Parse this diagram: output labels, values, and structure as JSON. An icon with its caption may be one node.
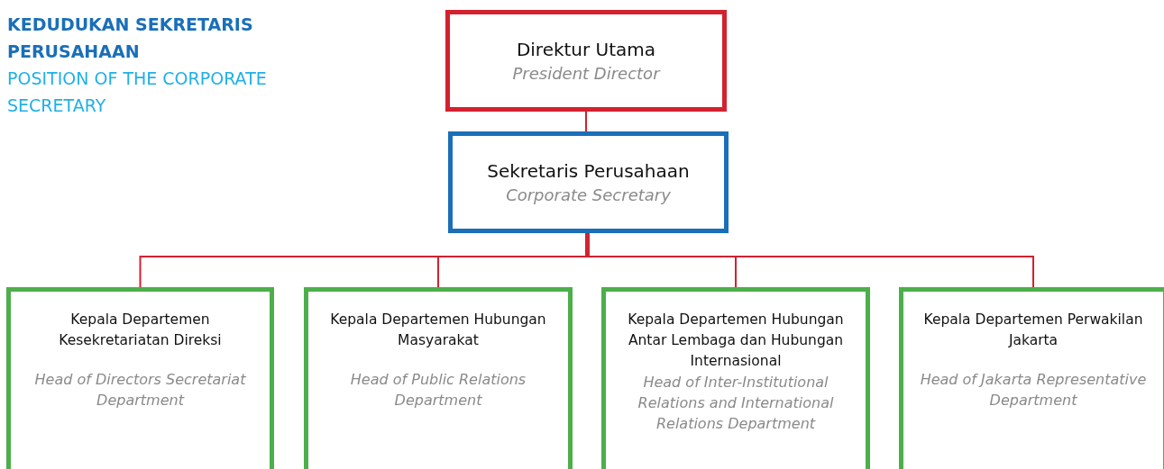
{
  "diagram": {
    "title": "KEDUDUKAN SEKRETARIS PERUSAHAAN",
    "nodes": [
      {
        "text": [
          "Direktur Utama",
          "President Director"
        ]
      },
      {
        "text": [
          "Sekretaris Perusahaan",
          "Corporate Secretary"
        ]
      },
      {
        "text": [
          "Kepala Departemen Kesekretariatan Direksi",
          "Head of Directors Secretariat Department"
        ]
      },
      {
        "text": [
          "Kepala Departemen Hubungan Masyarakat",
          "Head of Public Relations Department"
        ]
      },
      {
        "text": [
          "Kepala Departemen Hubungan Antar Lembaga dan Hubungan Internasional",
          "Head of Inter-Institutional Relations and International Relations Department"
        ]
      },
      {
        "text": [
          "Kepala Departemen Perwakilan Jakarta",
          "Head of Jakarta Representative Department"
        ]
      }
    ],
    "edges": [
      {
        "from": 0,
        "to": 1,
        "arrow": "none"
      },
      {
        "from": 1,
        "to": 2,
        "arrow": "none"
      },
      {
        "from": 1,
        "to": 3,
        "arrow": "none"
      },
      {
        "from": 1,
        "to": 4,
        "arrow": "none"
      },
      {
        "from": 1,
        "to": 5,
        "arrow": "none"
      }
    ],
    "labels": [
      "POSITION OF THE CORPORATE SECRETARY"
    ]
  }
}
